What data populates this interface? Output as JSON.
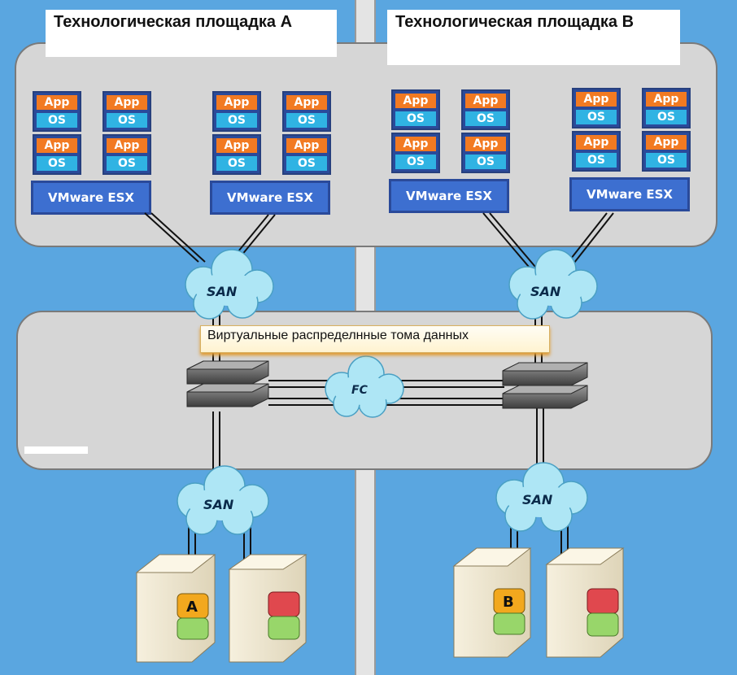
{
  "site_a": {
    "title": "Технологическая площадка A",
    "esx": [
      "VMware ESX",
      "VMware ESX"
    ],
    "storage_letter": "A",
    "san": "SAN",
    "san_bottom": "SAN"
  },
  "site_b": {
    "title": "Технологическая площадка B",
    "esx": [
      "VMware ESX",
      "VMware ESX"
    ],
    "storage_letter": "B",
    "san": "SAN",
    "san_bottom": "SAN"
  },
  "vm": {
    "app": "App",
    "os": "OS"
  },
  "virtual_volumes": "Виртуальные распределнные тома данных",
  "fc": "FC",
  "colors": {
    "site_bg": "#5aa6e0",
    "panel": "#d6d6d6",
    "app": "#f27a22",
    "os": "#30b3e3",
    "esx": "#3d6fd0",
    "cloud": "#aee6f5"
  }
}
